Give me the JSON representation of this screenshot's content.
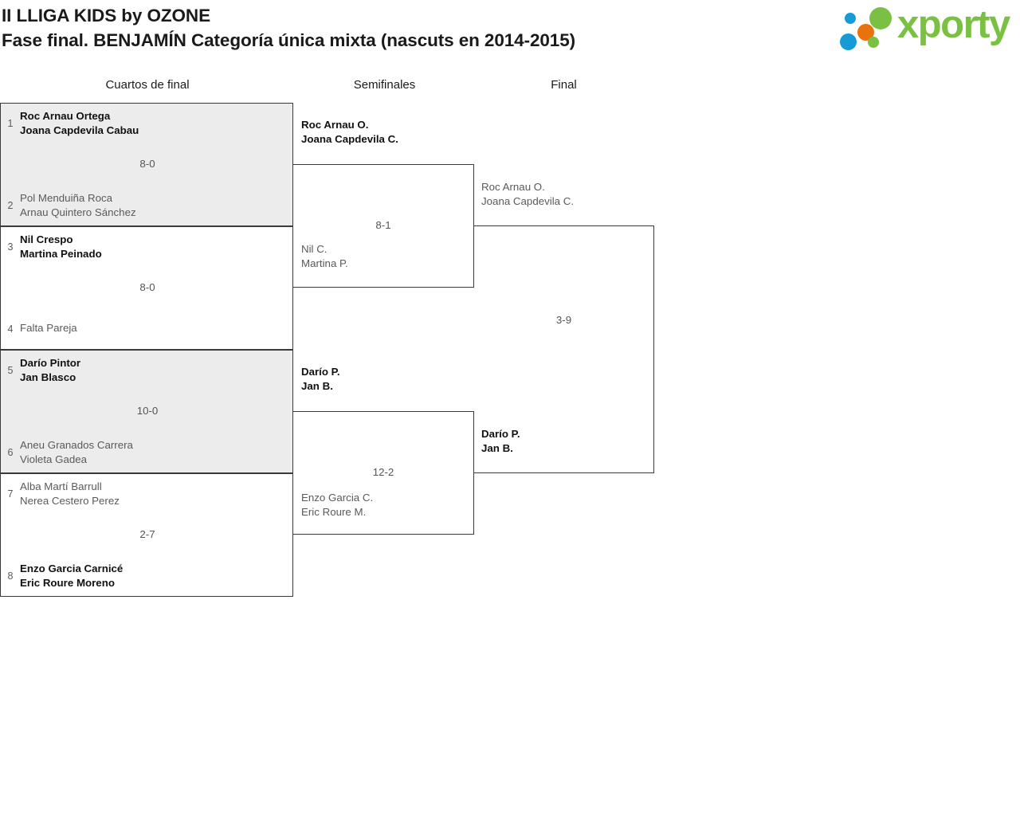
{
  "header": {
    "title_line1": "II LLIGA KIDS by OZONE",
    "title_line2": "Fase final. BENJAMÍN Categoría única mixta (nascuts en 2014-2015)",
    "logo_word": "xporty"
  },
  "rounds": [
    {
      "label": "Cuartos de final"
    },
    {
      "label": "Semifinales"
    },
    {
      "label": "Final"
    }
  ],
  "quarterfinals": [
    {
      "score": "8-0",
      "top": {
        "seed": "1",
        "p1": "Roc Arnau Ortega",
        "p2": "Joana Capdevila Cabau",
        "result": "winner"
      },
      "bottom": {
        "seed": "2",
        "p1": "Pol Menduiña Roca",
        "p2": "Arnau Quintero Sánchez",
        "result": "loser"
      }
    },
    {
      "score": "8-0",
      "top": {
        "seed": "3",
        "p1": "Nil Crespo",
        "p2": "Martina Peinado",
        "result": "winner"
      },
      "bottom": {
        "seed": "4",
        "p1": "Falta Pareja",
        "p2": "",
        "result": "loser"
      }
    },
    {
      "score": "10-0",
      "top": {
        "seed": "5",
        "p1": "Darío Pintor",
        "p2": "Jan Blasco",
        "result": "winner"
      },
      "bottom": {
        "seed": "6",
        "p1": "Aneu Granados Carrera",
        "p2": "Violeta Gadea",
        "result": "loser"
      }
    },
    {
      "score": "2-7",
      "top": {
        "seed": "7",
        "p1": "Alba Martí Barrull",
        "p2": "Nerea Cestero Perez",
        "result": "loser"
      },
      "bottom": {
        "seed": "8",
        "p1": "Enzo Garcia Carnicé",
        "p2": "Eric Roure Moreno",
        "result": "winner"
      }
    }
  ],
  "semifinals": [
    {
      "score": "8-1",
      "top": {
        "p1": "Roc Arnau O.",
        "p2": "Joana Capdevila C.",
        "result": "winner"
      },
      "bottom": {
        "p1": "Nil C.",
        "p2": "Martina P.",
        "result": "loser"
      }
    },
    {
      "score": "12-2",
      "top": {
        "p1": "Darío P.",
        "p2": "Jan B.",
        "result": "winner"
      },
      "bottom": {
        "p1": "Enzo Garcia C.",
        "p2": "Eric Roure M.",
        "result": "loser"
      }
    }
  ],
  "final": {
    "score": "3-9",
    "top": {
      "p1": "Roc Arnau O.",
      "p2": "Joana Capdevila C.",
      "result": "loser"
    },
    "bottom": {
      "p1": "Darío P.",
      "p2": "Jan B.",
      "result": "winner"
    }
  },
  "colors": {
    "logo_green": "#7ac043",
    "logo_blue": "#169bd7",
    "logo_orange": "#e8720c",
    "shaded_row": "#ececec",
    "border": "#3a3a3a"
  }
}
